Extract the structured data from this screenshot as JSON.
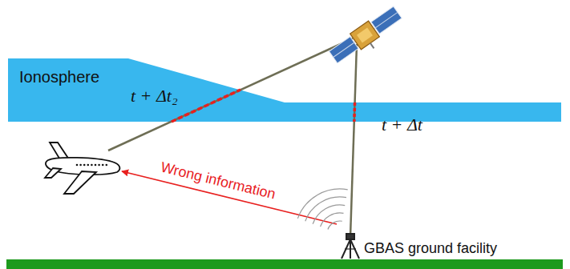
{
  "diagram": {
    "nodes": [
      {
        "text": [
          "Ionosphere"
        ]
      },
      {
        "text": [
          "GBAS ground facility"
        ]
      }
    ],
    "labels": [
      "t + Δt₂",
      "t + Δt",
      "Wrong information"
    ]
  }
}
